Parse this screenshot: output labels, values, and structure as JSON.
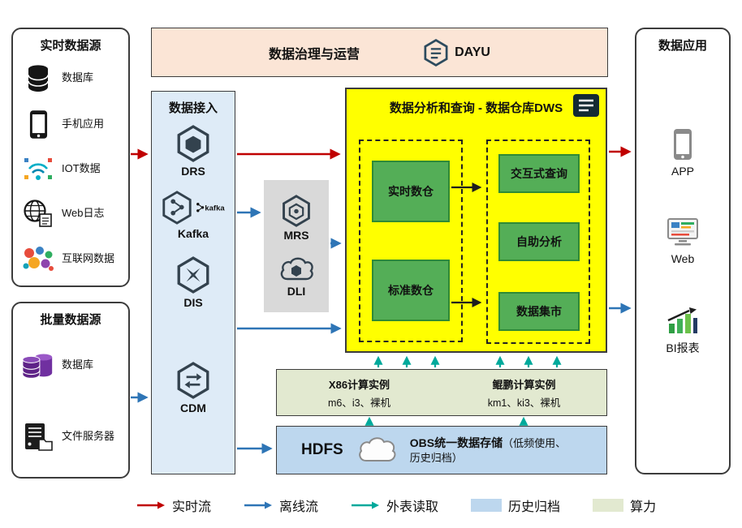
{
  "colors": {
    "realtime_flow": "#C00000",
    "offline_flow": "#2E75B6",
    "external_read": "#00A99B",
    "archive_fill": "#BDD7EE",
    "compute_fill": "#E2E9D0",
    "dws_bg": "#FFFF00",
    "green_box": "#54AE57",
    "governance_bg": "#FBE5D6",
    "ingestion_bg": "#DEEBF7"
  },
  "realtime_sources": {
    "title": "实时数据源",
    "items": [
      {
        "label": "数据库",
        "icon": "database-icon"
      },
      {
        "label": "手机应用",
        "icon": "phone-icon"
      },
      {
        "label": "IOT数据",
        "icon": "iot-icon"
      },
      {
        "label": "Web日志",
        "icon": "web-log-icon"
      },
      {
        "label": "互联网数据",
        "icon": "internet-data-icon"
      }
    ]
  },
  "batch_sources": {
    "title": "批量数据源",
    "items": [
      {
        "label": "数据库",
        "icon": "database-purple-icon"
      },
      {
        "label": "文件服务器",
        "icon": "file-server-icon"
      }
    ]
  },
  "governance": {
    "title": "数据治理与运营",
    "product": "DAYU"
  },
  "ingestion": {
    "title": "数据接入",
    "kafka_logo_text": "kafka",
    "services": [
      {
        "name": "DRS"
      },
      {
        "name": "Kafka"
      },
      {
        "name": "DIS"
      },
      {
        "name": "CDM"
      }
    ]
  },
  "middleware": {
    "services": [
      {
        "name": "MRS"
      },
      {
        "name": "DLI"
      }
    ]
  },
  "dws": {
    "title": "数据分析和查询 - 数据仓库DWS",
    "warehouses": [
      {
        "name": "实时数仓"
      },
      {
        "name": "标准数仓"
      }
    ],
    "analytics": [
      {
        "name": "交互式查询"
      },
      {
        "name": "自助分析"
      },
      {
        "name": "数据集市"
      }
    ]
  },
  "compute": {
    "x86_title": "X86计算实例",
    "x86_detail": "m6、i3、裸机",
    "kunpeng_title": "鲲鹏计算实例",
    "kunpeng_detail": "km1、ki3、裸机"
  },
  "storage": {
    "hdfs_label": "HDFS",
    "obs_title": "OBS统一数据存储",
    "obs_note": "（低频使用、历史归档）"
  },
  "applications": {
    "title": "数据应用",
    "items": [
      {
        "label": "APP",
        "icon": "app-icon"
      },
      {
        "label": "Web",
        "icon": "web-icon"
      },
      {
        "label": "BI报表",
        "icon": "bi-report-icon"
      }
    ]
  },
  "legend": {
    "realtime": "实时流",
    "offline": "离线流",
    "external": "外表读取",
    "archive": "历史归档",
    "compute": "算力"
  }
}
